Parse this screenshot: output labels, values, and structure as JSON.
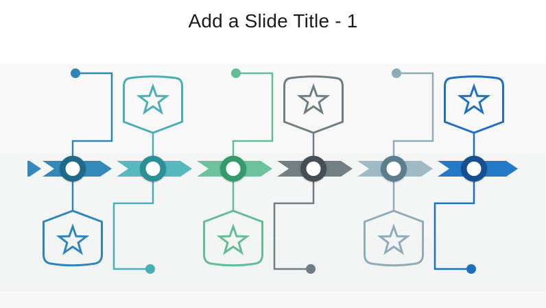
{
  "slide": {
    "title": "Add a Slide Title - 1"
  },
  "background": {
    "top": "#ffffff",
    "upper": "#f8f8f8",
    "middle": "#f4f5f5",
    "lower": "#f2f3f3",
    "bottom": "#f7f7f7"
  },
  "timeline": {
    "type": "chevron-process-timeline",
    "step_count": 6,
    "node_fill": "#ffffff",
    "milestones": [
      {
        "index": 1,
        "icon": "star",
        "badge_side": "below",
        "connector_side": "above",
        "band_color": "#3488ba",
        "ring_color": "#1e6a88",
        "line_color": "#2e86b8"
      },
      {
        "index": 2,
        "icon": "star",
        "badge_side": "above",
        "connector_side": "below",
        "band_color": "#57b8bd",
        "ring_color": "#2b9095",
        "line_color": "#4aaeb5"
      },
      {
        "index": 3,
        "icon": "star",
        "badge_side": "below",
        "connector_side": "above",
        "band_color": "#6cc29c",
        "ring_color": "#359a6e",
        "line_color": "#62bd95"
      },
      {
        "index": 4,
        "icon": "star",
        "badge_side": "above",
        "connector_side": "below",
        "band_color": "#728084",
        "ring_color": "#454f55",
        "line_color": "#6e7d82"
      },
      {
        "index": 5,
        "icon": "star",
        "badge_side": "below",
        "connector_side": "above",
        "band_color": "#9fb9c5",
        "ring_color": "#5b7e8d",
        "line_color": "#8eabba"
      },
      {
        "index": 6,
        "icon": "star",
        "badge_side": "above",
        "connector_side": "below",
        "band_color": "#2579c7",
        "ring_color": "#174f90",
        "line_color": "#1e6fbd"
      }
    ]
  }
}
